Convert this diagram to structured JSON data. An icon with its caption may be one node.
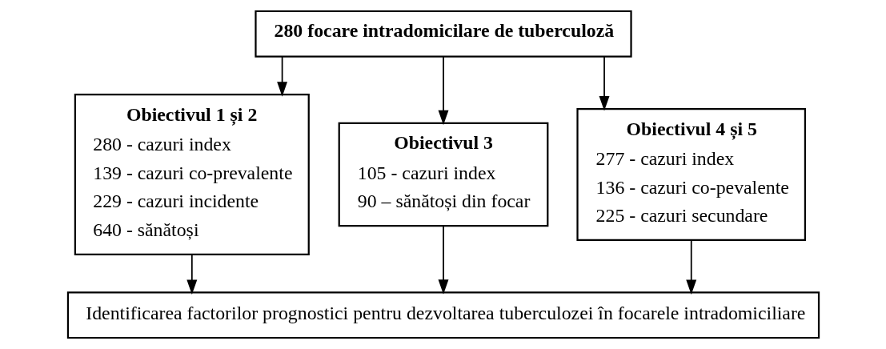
{
  "diagram": {
    "nodes": [
      {
        "text": [
          "280 focare intradomicilare de tuberculoză"
        ]
      },
      {
        "text": [
          "Obiectivul 1 și 2",
          "280 - cazuri index",
          "139 - cazuri co-prevalente",
          "229 - cazuri incidente",
          "640 - sănătoși"
        ]
      },
      {
        "text": [
          "Obiectivul 3",
          "105 - cazuri index",
          "90 – sănătoși din focar"
        ]
      },
      {
        "text": [
          "Obiectivul 4 și 5",
          "277 - cazuri index",
          "136 - cazuri co-pevalente",
          "225 - cazuri secundare"
        ]
      },
      {
        "text": [
          "Identificarea factorilor prognostici pentru dezvoltarea tuberculozei în focarele intradomiciliare"
        ]
      }
    ],
    "edges": [
      {
        "from": 0,
        "to": 1,
        "arrow": "to"
      },
      {
        "from": 0,
        "to": 2,
        "arrow": "to"
      },
      {
        "from": 0,
        "to": 3,
        "arrow": "to"
      },
      {
        "from": 1,
        "to": 4,
        "arrow": "to"
      },
      {
        "from": 2,
        "to": 4,
        "arrow": "to"
      },
      {
        "from": 3,
        "to": 4,
        "arrow": "to"
      }
    ]
  }
}
